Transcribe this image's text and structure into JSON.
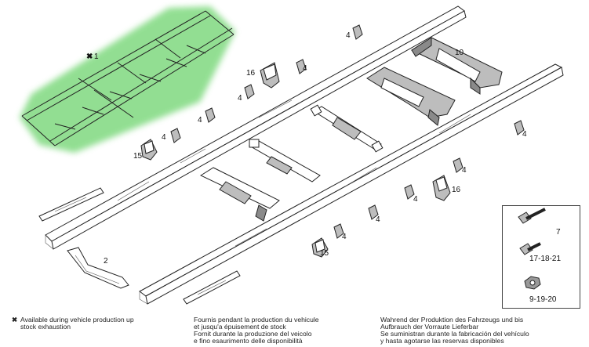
{
  "callouts": {
    "c1": "1",
    "c2": "2",
    "c4": "4",
    "c10": "10",
    "c15": "15",
    "c16": "16"
  },
  "hardware_box": {
    "items": [
      "7",
      "17-18-21",
      "9-19-20"
    ]
  },
  "legend": {
    "en": {
      "symbol": "✖",
      "line1": "Available during vehicle production up",
      "line2": "stock exhaustion"
    },
    "fr": {
      "line1": "Fournis pendant la production du vehicule",
      "line2": "et jusqu'a épuisement de stock",
      "line3": "Fornit durante la produzione del veicolo",
      "line4": "e fino esaurimento delle disponibilità"
    },
    "de": {
      "line1": "Wahrend der Produktion des Fahrzeugs und bis",
      "line2": "Aufbrauch der Vorraute Lieferbar",
      "line3": "Se suministran durante la fabricación del vehículo",
      "line4": "y hasta agotarse las reservas disponibles"
    }
  },
  "colors": {
    "highlight": "#7fd97f",
    "ink": "#222222"
  }
}
